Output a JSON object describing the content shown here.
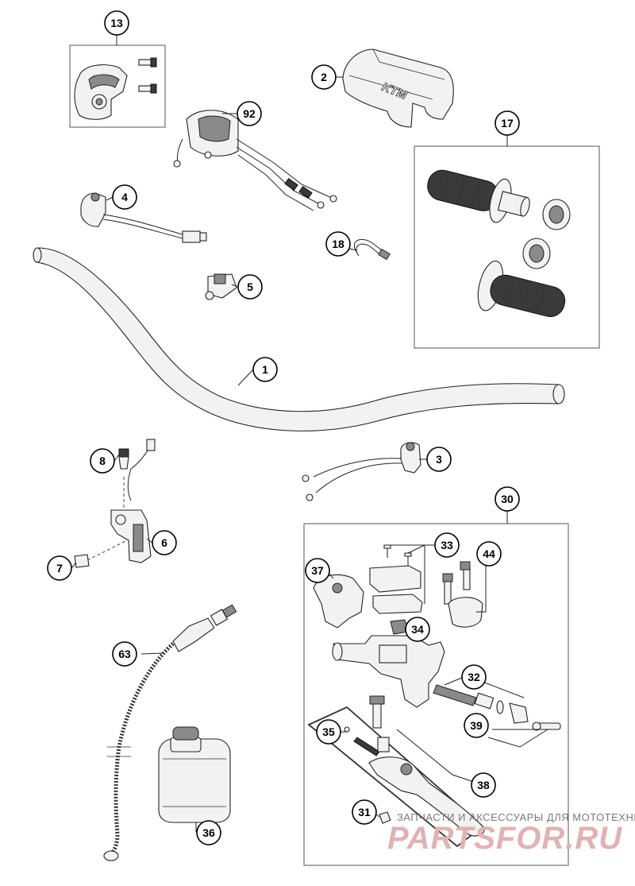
{
  "callouts": [
    {
      "id": "c1",
      "label": "1"
    },
    {
      "id": "c2",
      "label": "2"
    },
    {
      "id": "c3",
      "label": "3"
    },
    {
      "id": "c4",
      "label": "4"
    },
    {
      "id": "c5",
      "label": "5"
    },
    {
      "id": "c6",
      "label": "6"
    },
    {
      "id": "c7",
      "label": "7"
    },
    {
      "id": "c8",
      "label": "8"
    },
    {
      "id": "c13",
      "label": "13"
    },
    {
      "id": "c17",
      "label": "17"
    },
    {
      "id": "c18",
      "label": "18"
    },
    {
      "id": "c30",
      "label": "30"
    },
    {
      "id": "c31",
      "label": "31"
    },
    {
      "id": "c32",
      "label": "32"
    },
    {
      "id": "c33",
      "label": "33"
    },
    {
      "id": "c34",
      "label": "34"
    },
    {
      "id": "c35",
      "label": "35"
    },
    {
      "id": "c36",
      "label": "36"
    },
    {
      "id": "c37",
      "label": "37"
    },
    {
      "id": "c38",
      "label": "38"
    },
    {
      "id": "c39",
      "label": "39"
    },
    {
      "id": "c44",
      "label": "44"
    },
    {
      "id": "c63",
      "label": "63"
    },
    {
      "id": "c92",
      "label": "92"
    }
  ],
  "handlebar_pad_logo": "KTM",
  "watermark": {
    "subtitle": "ЗАПЧАСТИ И АКСЕССУАРЫ ДЛЯ МОТОТЕХНИКИ",
    "brand": "PARTSFOR.RU",
    "color": "#e2b2b2"
  }
}
